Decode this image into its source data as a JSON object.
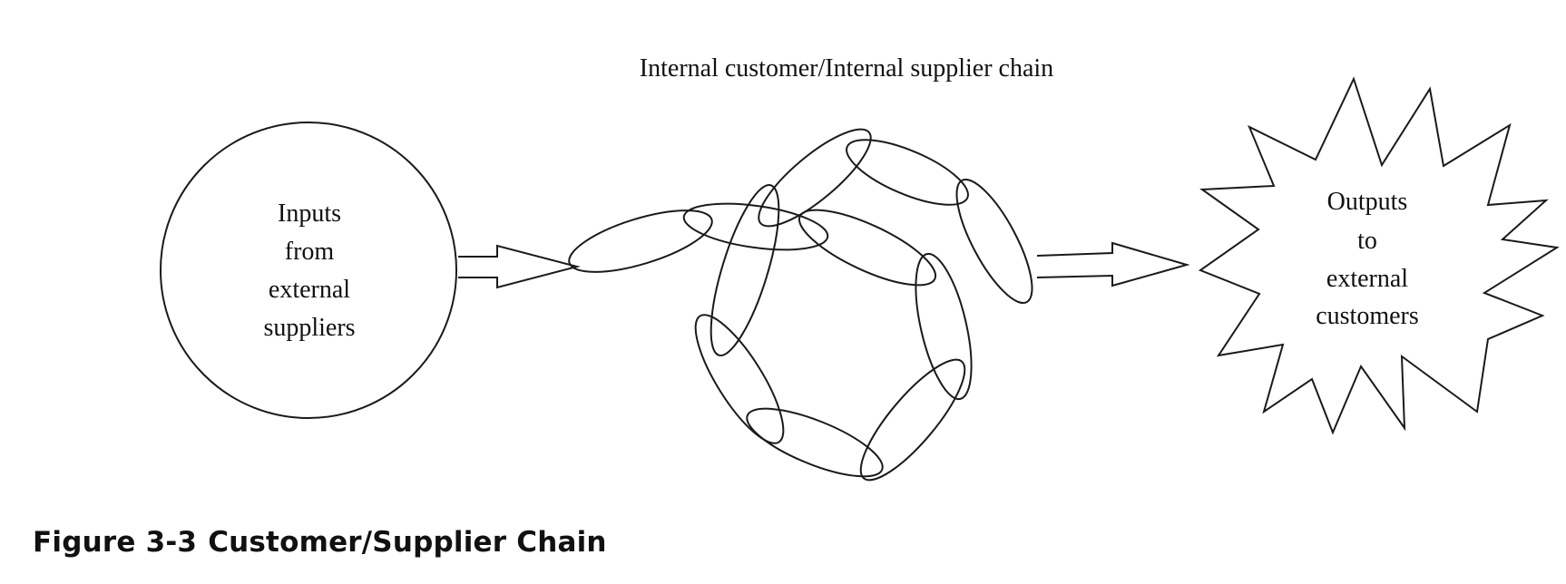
{
  "chain_label": "Internal customer/Internal supplier chain",
  "inputs": {
    "lines": [
      "Inputs",
      "from",
      "external",
      "suppliers"
    ]
  },
  "outputs": {
    "lines": [
      "Outputs",
      "to",
      "external",
      "customers"
    ]
  },
  "caption": {
    "number": "Figure 3-3",
    "title": "Customer/Supplier Chain"
  }
}
